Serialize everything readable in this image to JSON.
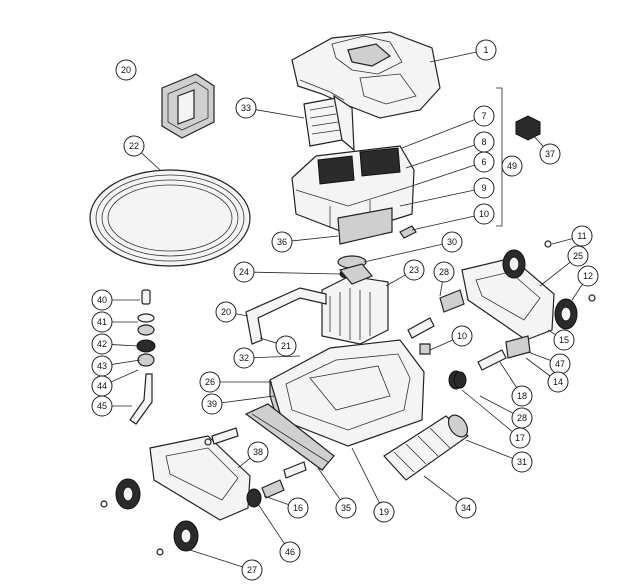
{
  "callouts": [
    "1",
    "7",
    "8",
    "6",
    "9",
    "10",
    "49",
    "11",
    "25",
    "12",
    "15",
    "47",
    "14",
    "18",
    "28",
    "17",
    "31",
    "34",
    "19",
    "35",
    "16",
    "27",
    "46",
    "38",
    "45",
    "44",
    "43",
    "42",
    "41",
    "40",
    "20",
    "33",
    "37",
    "22",
    "36",
    "30",
    "24",
    "23",
    "28",
    "10",
    "21",
    "32",
    "26",
    "39",
    "20"
  ],
  "colors": {
    "ink": "#222222",
    "paper": "#ffffff",
    "shade": "#cfcfcf",
    "dark": "#2b2b2b"
  }
}
